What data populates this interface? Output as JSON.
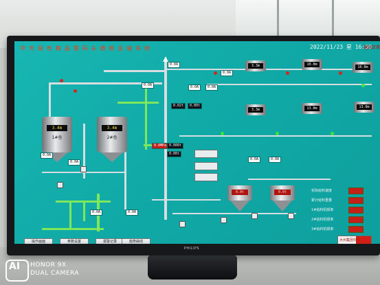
{
  "hmi": {
    "title": "中 天 绿 色 精 品 钢 码 头 微 粉 运 输 系 统",
    "datetime": "2022/11/23 星 16:59",
    "status": "通讯正常",
    "tanks": [
      {
        "value": "3.4m",
        "label": "1#仓"
      },
      {
        "value": "3.4m",
        "label": "2#仓"
      }
    ],
    "top_bins": [
      {
        "value": "3.3m"
      },
      {
        "value": "10.0m"
      },
      {
        "value": "10.0m"
      },
      {
        "value": "3.3m"
      },
      {
        "value": "13.0m"
      },
      {
        "value": "13.0m"
      }
    ],
    "hoppers": [
      {
        "value": "0.0t"
      },
      {
        "value": "0.0t"
      }
    ],
    "readings": [
      "0.0A",
      "0.0A",
      "0.0A",
      "0.0A",
      "0.0A",
      "0.02t",
      "0.00t",
      "0.0MPa",
      "0.0A",
      "0.0A",
      "0.000t",
      "0.00t",
      "0.0A",
      "0.0A",
      "0.0A",
      "0.0A"
    ],
    "buttons": [
      "操作画面",
      "参数设置",
      "报警记录",
      "趋势曲线"
    ],
    "legend": [
      "实际给料速度",
      "累计给料重量",
      "1#给料机频率",
      "2#给料机频率",
      "3#给料机频率"
    ],
    "logo_text": "大州集团中天",
    "colors": {
      "screen": "#10a9a6",
      "title": "#f43b1b",
      "pipe_green": "#7ee85a",
      "alarm": "#c51c16"
    }
  },
  "device": {
    "brand": "PHILIPS",
    "watermark_line1": "HONOR 9X",
    "watermark_line2": "DUAL CAMERA",
    "watermark_logo": "AI"
  }
}
